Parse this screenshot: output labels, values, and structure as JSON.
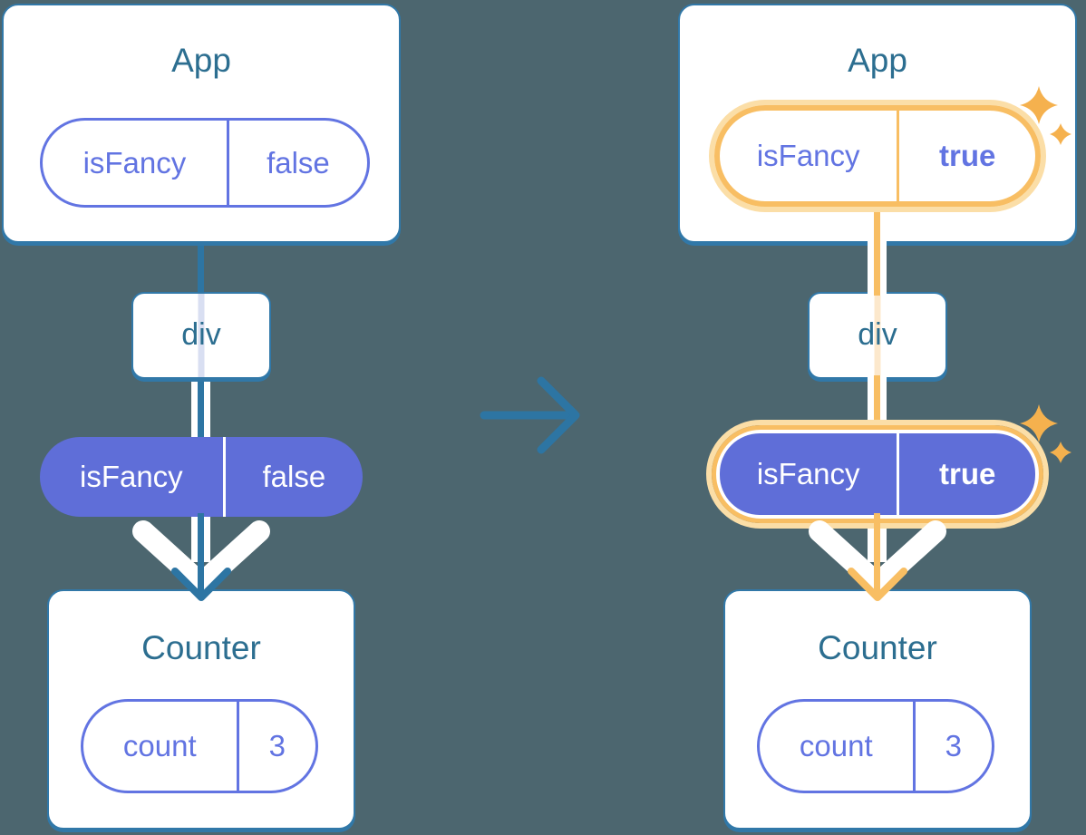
{
  "diagram": {
    "description": "React state tree before and after isFancy prop change",
    "before": {
      "app": {
        "title": "App",
        "state_pill": {
          "key": "isFancy",
          "value": "false"
        }
      },
      "container": {
        "title": "div"
      },
      "prop_pill": {
        "key": "isFancy",
        "value": "false"
      },
      "counter": {
        "title": "Counter",
        "state_pill": {
          "key": "count",
          "value": "3"
        }
      }
    },
    "after": {
      "app": {
        "title": "App",
        "state_pill": {
          "key": "isFancy",
          "value": "true"
        }
      },
      "container": {
        "title": "div"
      },
      "prop_pill": {
        "key": "isFancy",
        "value": "true"
      },
      "counter": {
        "title": "Counter",
        "state_pill": {
          "key": "count",
          "value": "3"
        }
      }
    },
    "icons": {
      "transition": "arrow-right-icon",
      "highlight": "sparkle-icon",
      "flow": "arrow-down-icon"
    },
    "colors": {
      "background": "#4C666F",
      "box_border": "#3178A8",
      "title_text": "#2C6E90",
      "purple": "#6274E2",
      "purple_fill": "#5F6ED8",
      "highlight_orange": "#F8BE63",
      "highlight_halo": "#FBDEA7",
      "sparkle": "#F5B14E",
      "connector": "#2D75A3",
      "pass_line_before": "#D9DFF2",
      "pass_line_after": "#FCE8CC"
    }
  }
}
